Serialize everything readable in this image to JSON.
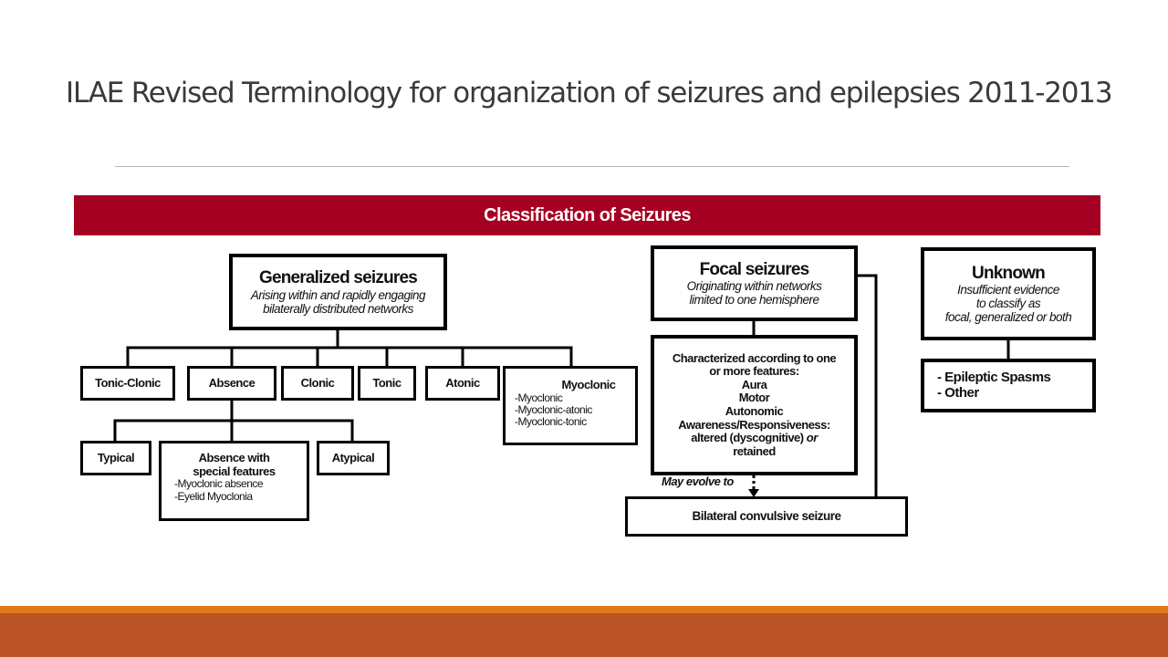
{
  "slide": {
    "title": "ILAE Revised Terminology for organization of seizures and epilepsies 2011-2013"
  },
  "diagram": {
    "banner": "Classification of Seizures",
    "generalized": {
      "title": "Generalized seizures",
      "desc_line1": "Arising within and rapidly engaging",
      "desc_line2": "bilaterally distributed networks"
    },
    "types": {
      "tonic_clonic": "Tonic-Clonic",
      "absence": "Absence",
      "clonic": "Clonic",
      "tonic": "Tonic",
      "atonic": "Atonic",
      "myoclonic": {
        "title": "Myoclonic",
        "items": [
          "-Myoclonic",
          "-Myoclonic-atonic",
          "-Myoclonic-tonic"
        ]
      }
    },
    "absence_sub": {
      "typical": "Typical",
      "special_line1": "Absence with",
      "special_line2": "special features",
      "special_items": [
        "-Myoclonic absence",
        "-Eyelid Myoclonia"
      ],
      "atypical": "Atypical"
    },
    "focal": {
      "title": "Focal seizures",
      "desc_line1": "Originating within networks",
      "desc_line2": "limited to one hemisphere",
      "features_lines": [
        "Characterized according to one",
        "or more features:",
        "Aura",
        "Motor",
        "Autonomic",
        "Awareness/Responsiveness:"
      ],
      "features_altered": "altered (dyscognitive)",
      "features_or": "or",
      "features_retained": "retained",
      "evolve": "May evolve to",
      "bilateral": "Bilateral convulsive seizure"
    },
    "unknown": {
      "title": "Unknown",
      "desc_line1": "Insufficient evidence",
      "desc_line2": "to classify as",
      "desc_line3": "focal, generalized or both",
      "items": [
        "- Epileptic Spasms",
        "- Other"
      ]
    }
  },
  "colors": {
    "banner": "#a50021",
    "footer_orange": "#e07b1a",
    "footer_rust": "#bb5527"
  }
}
